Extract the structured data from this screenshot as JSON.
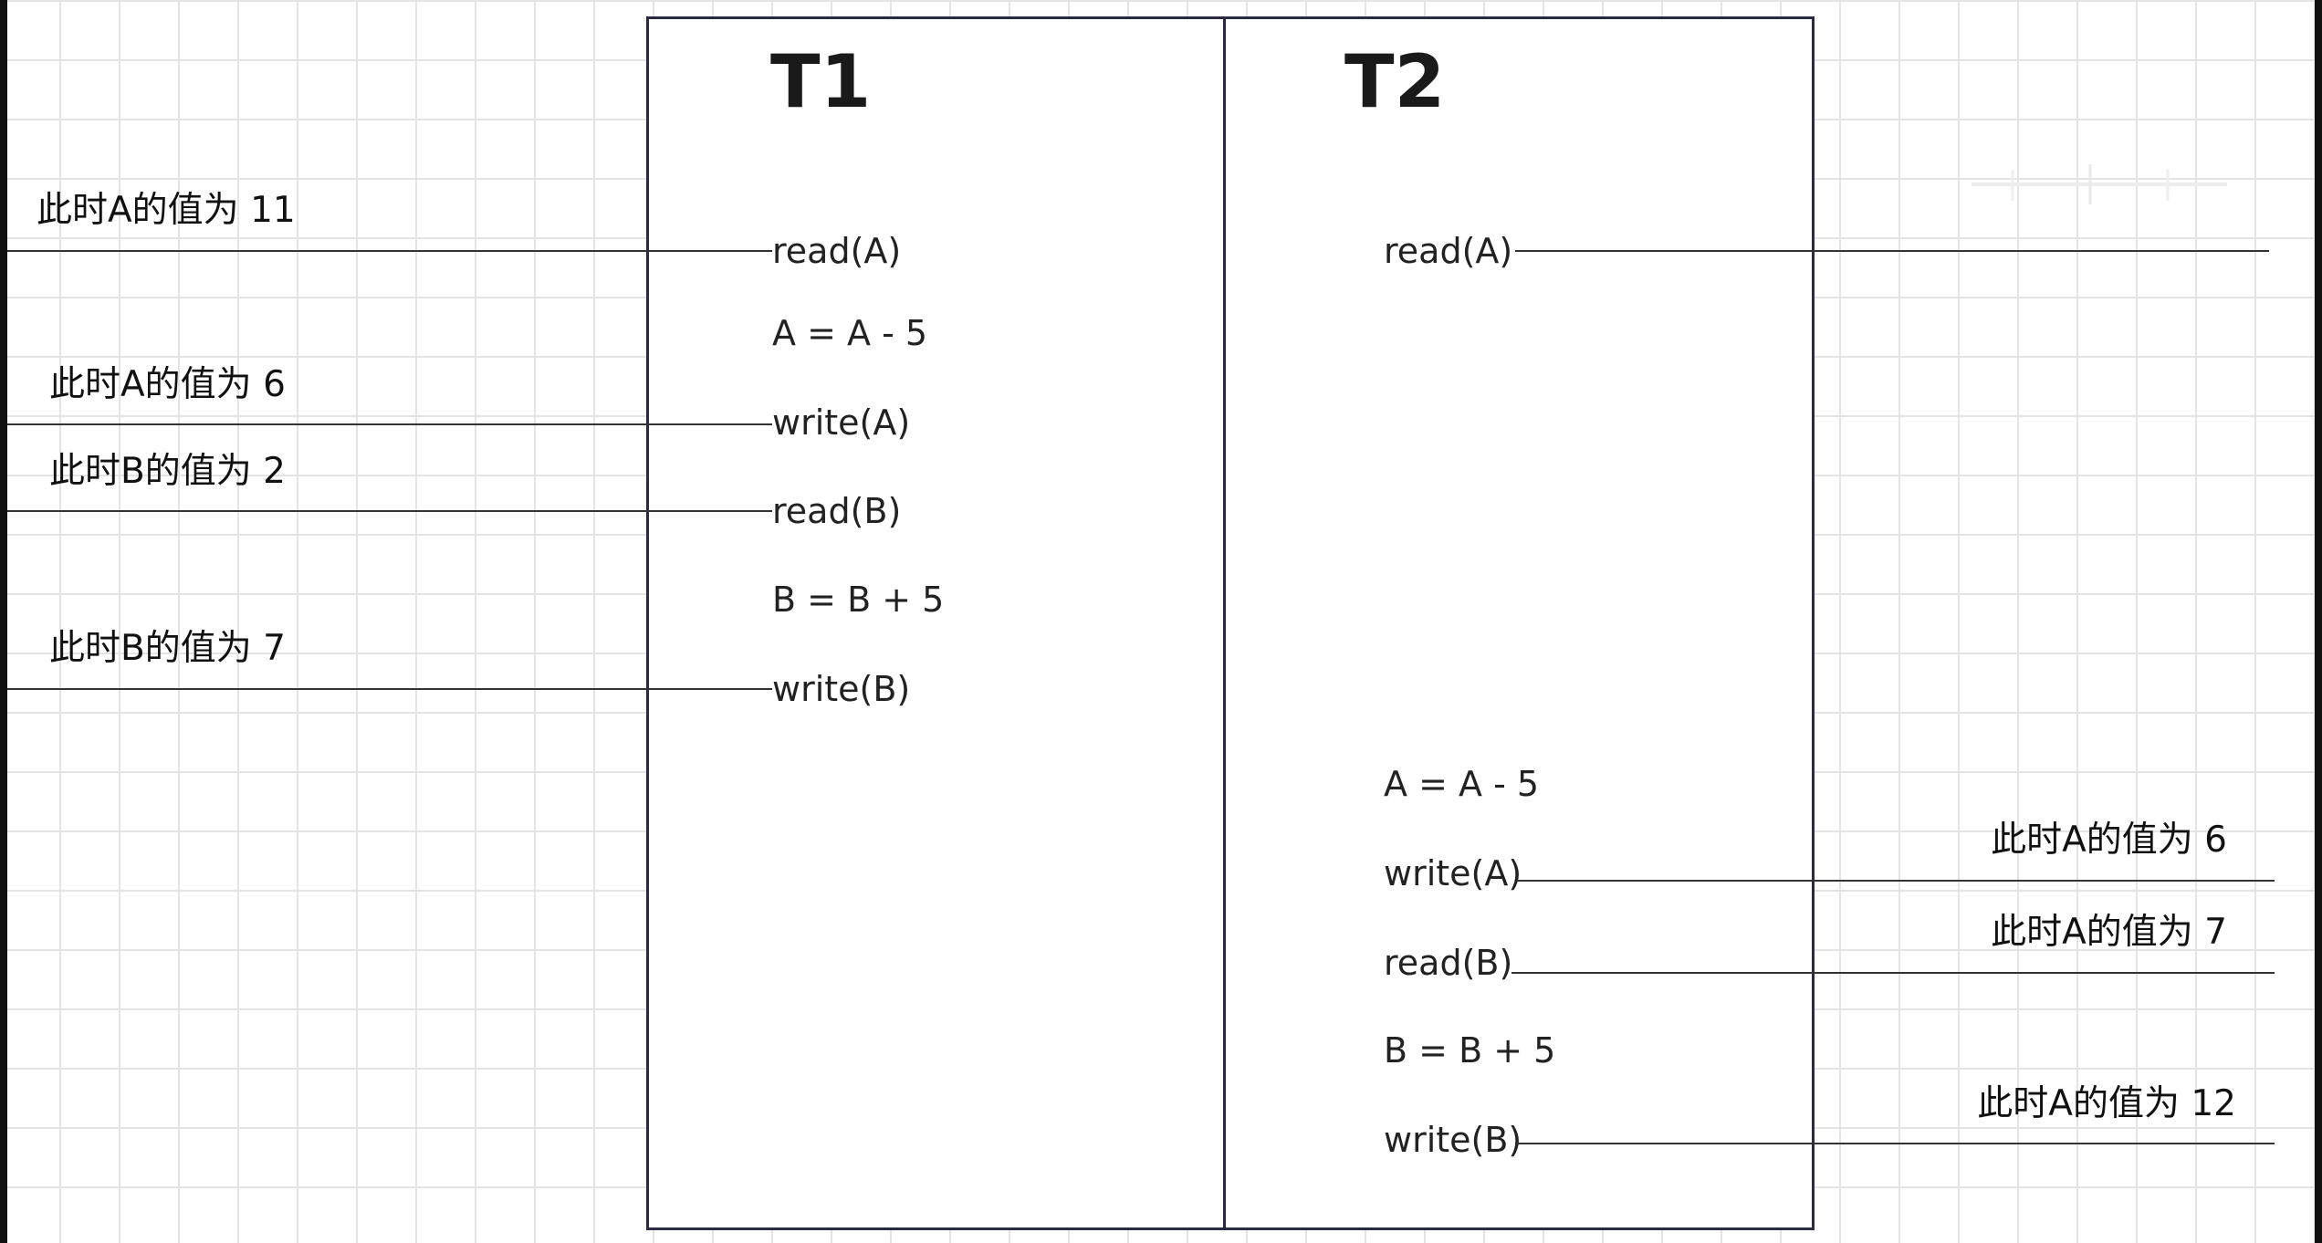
{
  "columns": {
    "t1": "T1",
    "t2": "T2"
  },
  "t1_ops": [
    "read(A)",
    "A = A - 5",
    "write(A)",
    "read(B)",
    "B = B + 5",
    "write(B)"
  ],
  "t2_ops": [
    "read(A)",
    "A = A - 5",
    "write(A)",
    "read(B)",
    "B = B + 5",
    "write(B)"
  ],
  "left_notes": [
    "此时A的值为 11",
    "此时A的值为 6",
    "此时B的值为 2",
    "此时B的值为 7"
  ],
  "right_notes": [
    "此时A的值为 6",
    "此时A的值为 7",
    "此时A的值为 12"
  ],
  "colors": {
    "border": "#2a2a44",
    "grid": "#e4e4e4",
    "text": "#222222"
  }
}
